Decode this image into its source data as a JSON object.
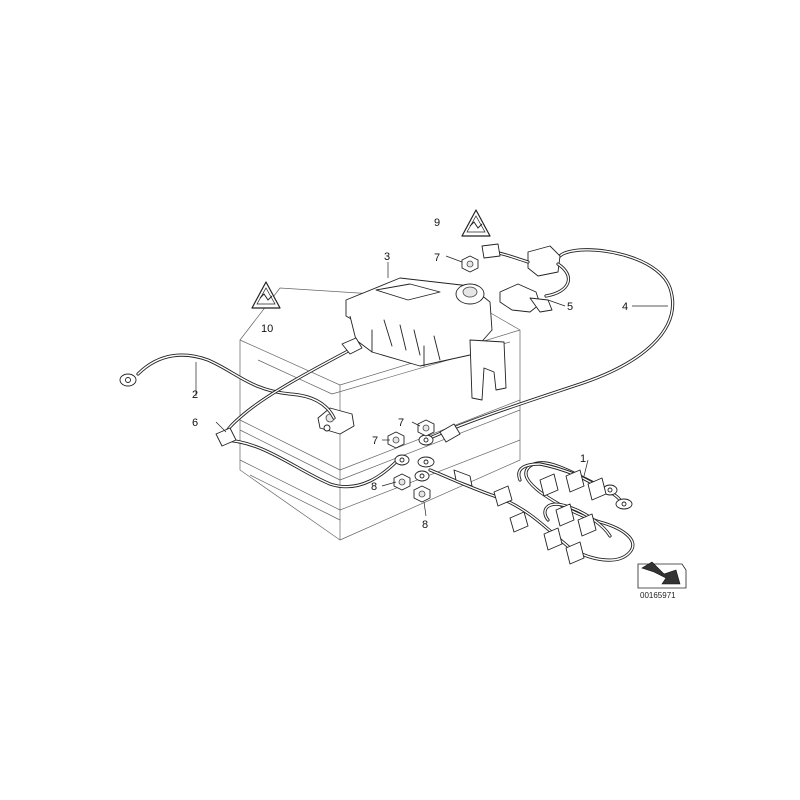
{
  "diagram": {
    "callouts": {
      "c1": "1",
      "c2": "2",
      "c3": "3",
      "c4": "4",
      "c5": "5",
      "c6": "6",
      "c7a": "7",
      "c7b": "7",
      "c7c": "7",
      "c8a": "8",
      "c8b": "8",
      "c9": "9",
      "c10": "10"
    },
    "document_id": "00165971",
    "warning_symbols": [
      "battery-warning-triangle-icon",
      "battery-warning-triangle-icon"
    ],
    "direction_icon": "front-direction-arrow-icon"
  }
}
